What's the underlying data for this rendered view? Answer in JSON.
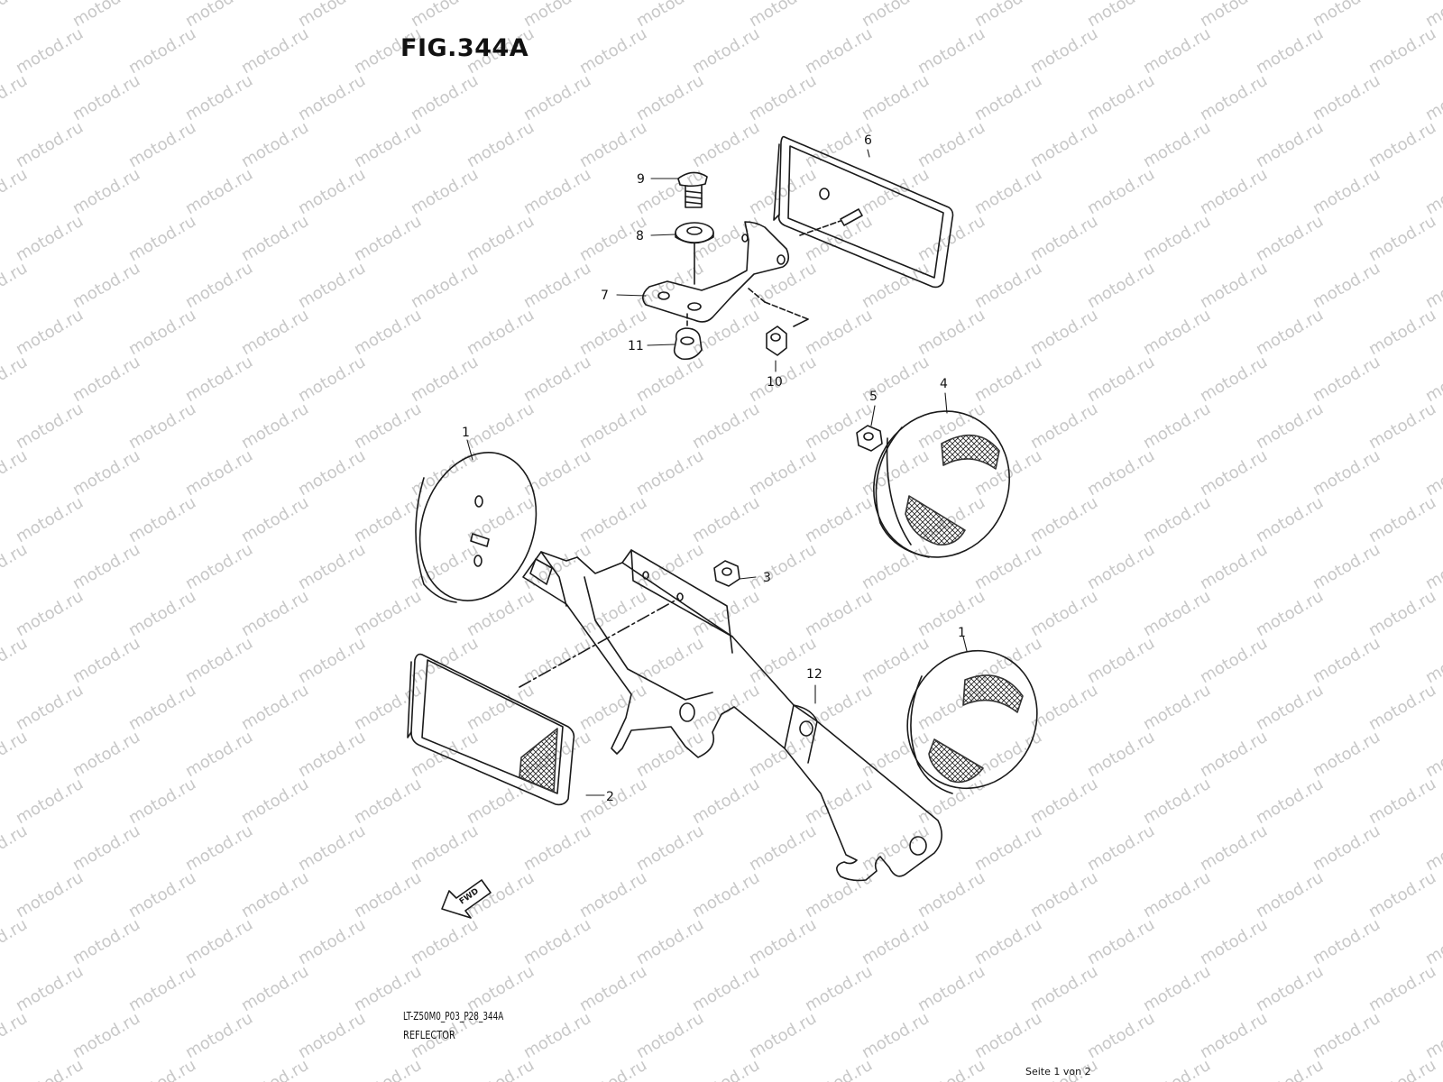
{
  "header": {
    "figure": "FIG.344A"
  },
  "footer": {
    "code": "LT-Z50M0_P03_P28_344A",
    "description": "REFLECTOR",
    "page_info": "Seite 1 von 2"
  },
  "watermark": {
    "text": "motod.ru"
  },
  "fwd": {
    "label": "FWD"
  },
  "callouts": [
    {
      "id": "c6",
      "label": "6"
    },
    {
      "id": "c9",
      "label": "9"
    },
    {
      "id": "c8",
      "label": "8"
    },
    {
      "id": "c7",
      "label": "7"
    },
    {
      "id": "c11",
      "label": "11"
    },
    {
      "id": "c10",
      "label": "10"
    },
    {
      "id": "c5",
      "label": "5"
    },
    {
      "id": "c4",
      "label": "4"
    },
    {
      "id": "c1a",
      "label": "1"
    },
    {
      "id": "c3",
      "label": "3"
    },
    {
      "id": "c1b",
      "label": "1"
    },
    {
      "id": "c12",
      "label": "12"
    },
    {
      "id": "c2",
      "label": "2"
    }
  ],
  "colors": {
    "line": "#1a1a1a",
    "watermark": "#c8c8c8"
  }
}
